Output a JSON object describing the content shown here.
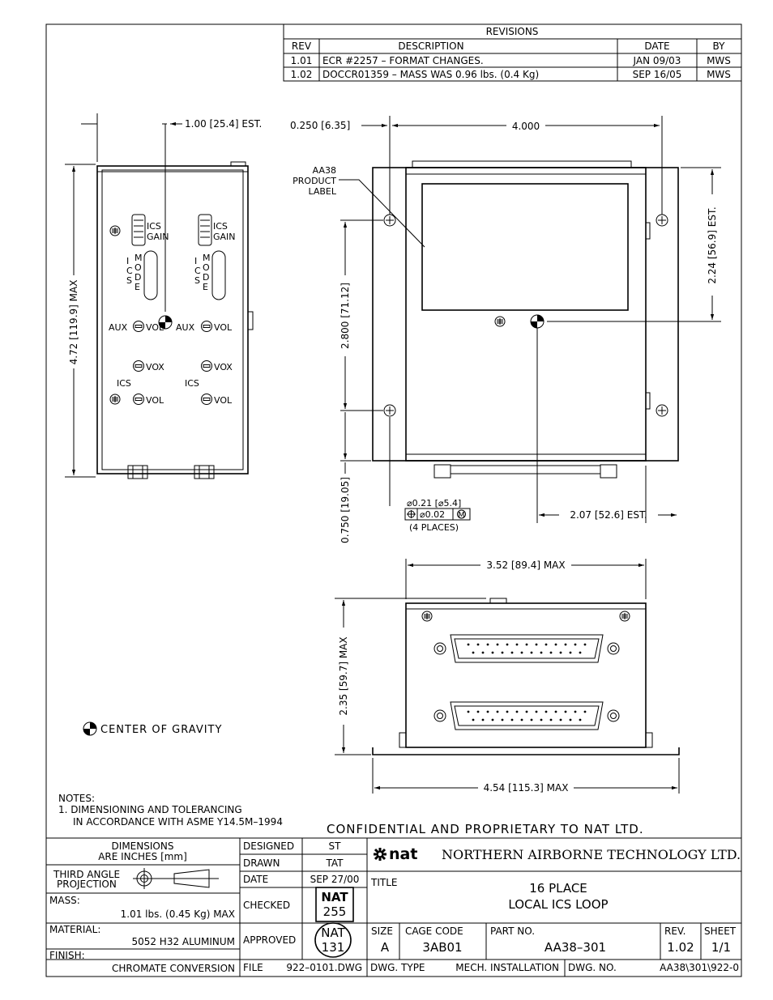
{
  "revisions": {
    "title": "REVISIONS",
    "headers": {
      "rev": "REV",
      "description": "DESCRIPTION",
      "date": "DATE",
      "by": "BY"
    },
    "rows": [
      {
        "rev": "1.01",
        "description": "ECR #2257 – FORMAT CHANGES.",
        "date": "JAN 09/03",
        "by": "MWS"
      },
      {
        "rev": "1.02",
        "description": "DOCCR01359 – MASS WAS 0.96 lbs. (0.4 Kg)",
        "date": "SEP 16/05",
        "by": "MWS"
      }
    ]
  },
  "side_view": {
    "dim_depth": "1.00 [25.4] EST.",
    "dim_height": "4.72 [119.9] MAX",
    "labels": {
      "ics_gain_1": "ICS",
      "gain_1": "GAIN",
      "ics_gain_2": "ICS",
      "gain_2": "GAIN",
      "ics_v1": "I",
      "ics_v2": "C",
      "ics_v3": "S",
      "mode_v1": "M",
      "mode_v2": "O",
      "mode_v3": "D",
      "mode_v4": "E",
      "aux_1": "AUX",
      "vol_1": "VOL",
      "aux_2": "AUX",
      "vol_2": "VOL",
      "vox_1": "VOX",
      "vox_2": "VOX",
      "ics_1": "ICS",
      "ics_2": "ICS",
      "vol_3": "VOL",
      "vol_4": "VOL"
    }
  },
  "top_view": {
    "dim_offset": "0.250 [6.35]",
    "dim_width": "4.000",
    "label_1": "AA38",
    "label_2": "PRODUCT",
    "label_3": "LABEL",
    "dim_vertical": "2.800 [71.12]",
    "dim_est": "2.24 [56.9] EST.",
    "dim_bottom": "0.750 [19.05]",
    "hole_1": "⌀0.21 [⌀5.4]",
    "hole_2": "⌀0.02",
    "hole_m": "M",
    "hole_3": "(4 PLACES)",
    "dim_cg": "2.07 [52.6] EST."
  },
  "front_view": {
    "dim_width": "3.52 [89.4] MAX",
    "dim_height": "2.35 [59.7] MAX",
    "dim_flange": "4.54 [115.3] MAX"
  },
  "legend": {
    "cog": "CENTER OF GRAVITY"
  },
  "notes": {
    "title": "NOTES:",
    "line1": "1. DIMENSIONING AND TOLERANCING",
    "line2": "IN ACCORDANCE WITH ASME Y14.5M–1994"
  },
  "confidential": "CONFIDENTIAL AND PROPRIETARY TO NAT LTD.",
  "title_block": {
    "dimensions_1": "DIMENSIONS",
    "dimensions_2": "ARE INCHES [mm]",
    "projection_1": "THIRD ANGLE",
    "projection_2": "PROJECTION",
    "mass_label": "MASS:",
    "mass_value": "1.01 lbs. (0.45 Kg) MAX",
    "material_label": "MATERIAL:",
    "material_value": "5052 H32 ALUMINUM",
    "finish_label": "FINISH:",
    "finish_value": "CHROMATE CONVERSION",
    "designed_label": "DESIGNED",
    "designed_value": "ST",
    "drawn_label": "DRAWN",
    "drawn_value": "TAT",
    "date_label": "DATE",
    "date_value": "SEP 27/00",
    "checked_label": "CHECKED",
    "checked_stamp_1": "NAT",
    "checked_stamp_2": "255",
    "approved_label": "APPROVED",
    "approved_stamp_1": "NAT",
    "approved_stamp_2": "131",
    "file_label": "FILE",
    "file_value": "922–0101.DWG",
    "logo": "nat",
    "company": "NORTHERN AIRBORNE TECHNOLOGY LTD.",
    "title_label": "TITLE",
    "title_1": "16 PLACE",
    "title_2": "LOCAL ICS LOOP",
    "size_label": "SIZE",
    "size_value": "A",
    "cage_label": "CAGE CODE",
    "cage_value": "3AB01",
    "part_label": "PART NO.",
    "part_value": "AA38–301",
    "rev_label": "REV.",
    "rev_value": "1.02",
    "sheet_label": "SHEET",
    "sheet_value": "1/1",
    "dwg_type_label": "DWG. TYPE",
    "dwg_type_value": "MECH. INSTALLATION",
    "dwg_no_label": "DWG. NO.",
    "dwg_no_value": "AA38\\301\\922-0"
  }
}
